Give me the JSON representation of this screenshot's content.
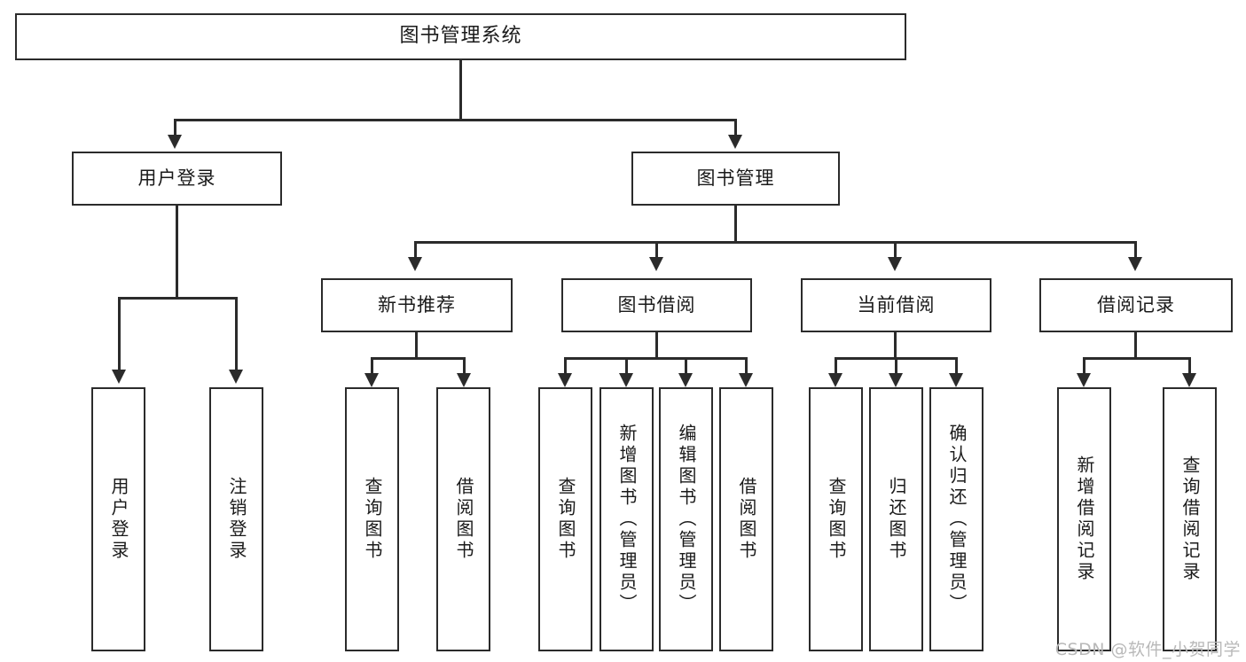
{
  "diagram": {
    "title": "图书管理系统",
    "type": "功能结构图",
    "root": {
      "label": "图书管理系统"
    },
    "level1": [
      {
        "label": "用户登录"
      },
      {
        "label": "图书管理"
      }
    ],
    "level2": [
      {
        "label": "新书推荐"
      },
      {
        "label": "图书借阅"
      },
      {
        "label": "当前借阅"
      },
      {
        "label": "借阅记录"
      }
    ],
    "leaves": {
      "user_login": [
        {
          "label": "用户登录"
        },
        {
          "label": "注销登录"
        }
      ],
      "new_book_recommend": [
        {
          "label": "查询图书"
        },
        {
          "label": "借阅图书"
        }
      ],
      "book_borrow": [
        {
          "label": "查询图书"
        },
        {
          "label": "新增图书（管理员）"
        },
        {
          "label": "编辑图书（管理员）"
        },
        {
          "label": "借阅图书"
        }
      ],
      "current_borrow": [
        {
          "label": "查询图书"
        },
        {
          "label": "归还图书"
        },
        {
          "label": "确认归还（管理员）"
        }
      ],
      "borrow_record": [
        {
          "label": "新增借阅记录"
        },
        {
          "label": "查询借阅记录"
        }
      ]
    }
  },
  "watermark": {
    "text": "CSDN @软件_小贺同学"
  },
  "colors": {
    "border": "#2b2b2b",
    "background": "#ffffff",
    "text": "#1a1a1a",
    "watermark": "#b9b9b9"
  }
}
